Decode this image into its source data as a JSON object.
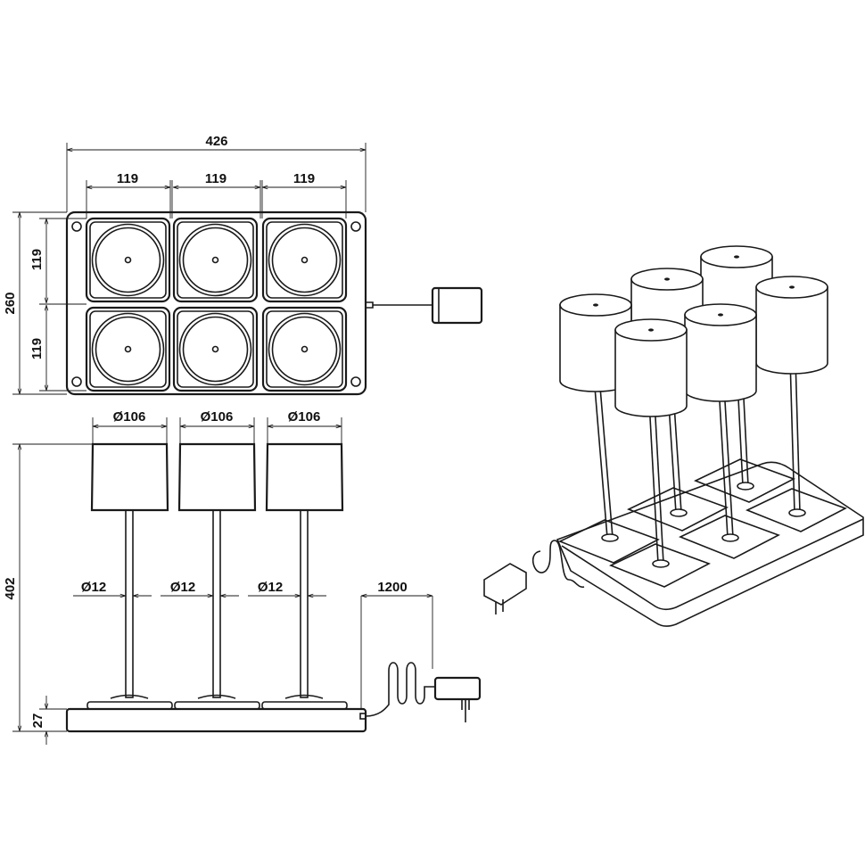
{
  "top_view": {
    "overall_width": "426",
    "cell_widths": [
      "119",
      "119",
      "119"
    ],
    "overall_height": "260",
    "cell_heights": [
      "119",
      "119"
    ]
  },
  "side_view": {
    "shade_diameters": [
      "Ø106",
      "Ø106",
      "Ø106"
    ],
    "stem_diameters": [
      "Ø12",
      "Ø12",
      "Ø12"
    ],
    "total_height": "402",
    "base_height": "27",
    "cable_length": "1200"
  },
  "colors": {
    "line": "#1a1a1a",
    "background": "#ffffff"
  }
}
